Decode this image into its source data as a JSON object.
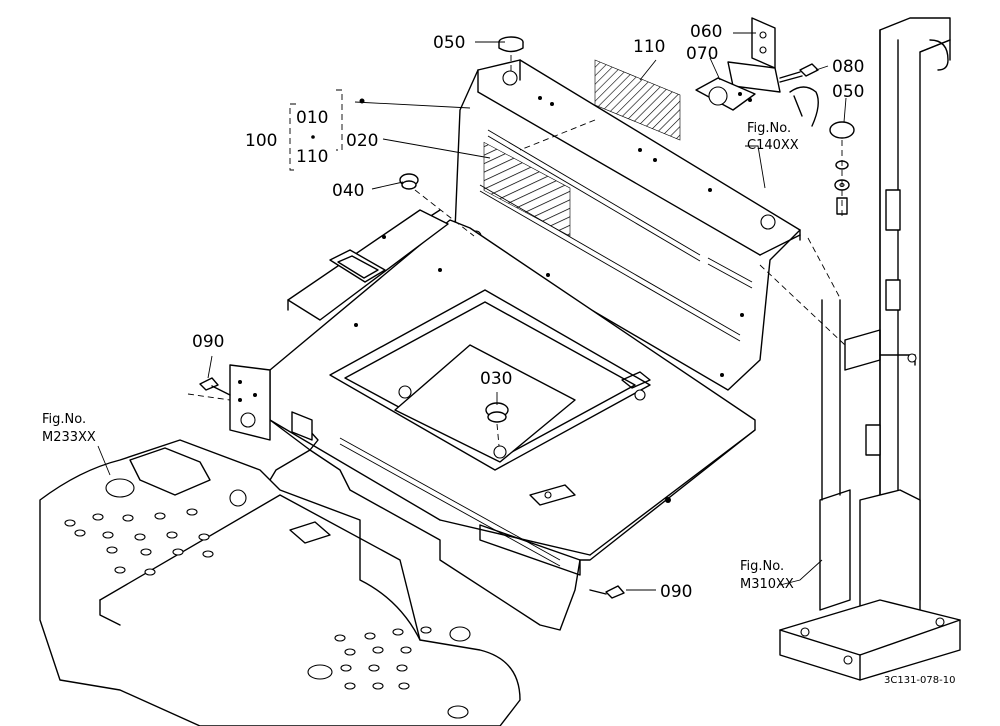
{
  "diagram": {
    "callouts": {
      "c100": "100",
      "c010": "010",
      "c110a": "110",
      "c020": "020",
      "c040": "040",
      "c050a": "050",
      "c110b": "110",
      "c060": "060",
      "c070": "070",
      "c080": "080",
      "c050b": "050",
      "c090a": "090",
      "c030": "030",
      "c090b": "090"
    },
    "refs": {
      "c140_line1": "Fig.No.",
      "c140_line2": "C140XX",
      "m233_line1": "Fig.No.",
      "m233_line2": "M233XX",
      "m310_line1": "Fig.No.",
      "m310_line2": "M310XX"
    },
    "drawing_code": "3C131-078-10"
  }
}
